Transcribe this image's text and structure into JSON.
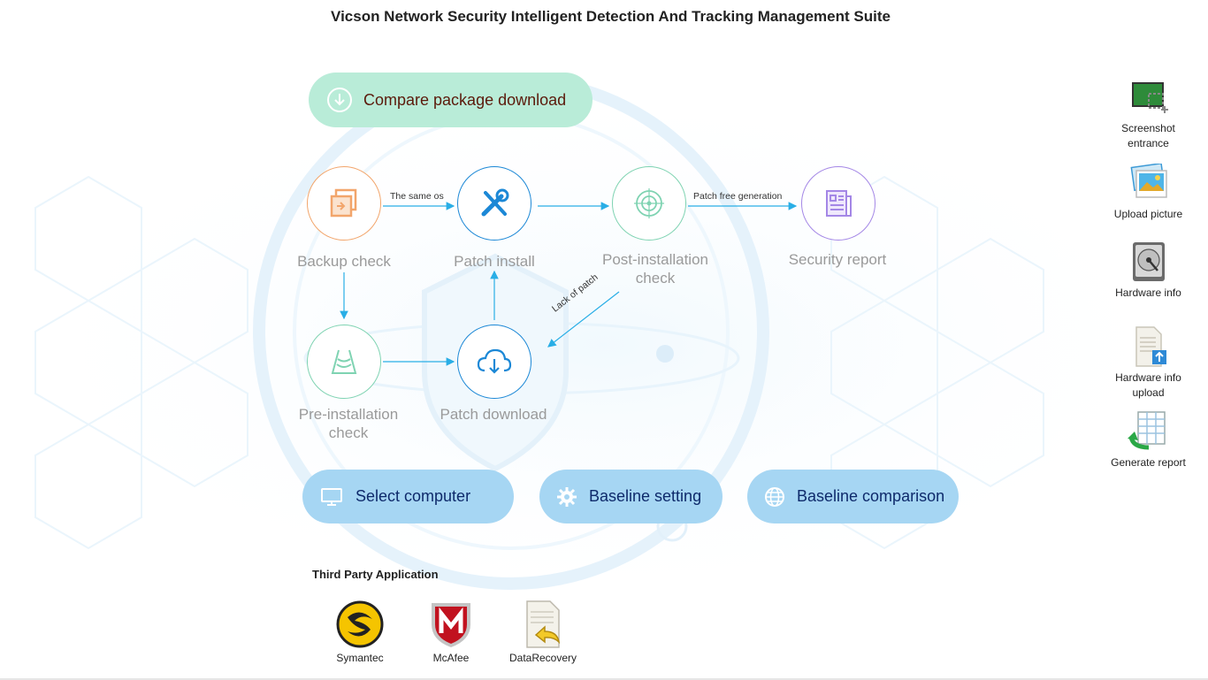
{
  "app": {
    "title": "Vicson Network Security Intelligent Detection And Tracking Management Suite"
  },
  "top_action": {
    "label": "Compare package download",
    "icon": "download-circle-icon"
  },
  "flow": {
    "nodes": {
      "backup_check": "Backup check",
      "patch_install": "Patch install",
      "post_installation_check": "Post-installation check",
      "security_report": "Security report",
      "pre_installation_check": "Pre-installation check",
      "patch_download": "Patch download"
    },
    "edges": {
      "same_os": "The same os",
      "patch_free_generation": "Patch free generation",
      "lack_of_patch": "Lack of patch"
    },
    "colors": {
      "orange": "#f2a56b",
      "blue": "#1c88d6",
      "green": "#7fd3b2",
      "purple": "#a487e6",
      "arrow": "#29aee6"
    }
  },
  "actions": {
    "select_computer": "Select computer",
    "baseline_setting": "Baseline setting",
    "baseline_comparison": "Baseline comparison"
  },
  "sidebar": {
    "screenshot": "Screenshot entrance",
    "upload_picture": "Upload picture",
    "hardware_info": "Hardware info",
    "hardware_upload": "Hardware info upload",
    "generate_report": "Generate report"
  },
  "third_party": {
    "title": "Third Party Application",
    "symantec": "Symantec",
    "mcafee": "McAfee",
    "datarecovery": "DataRecovery"
  }
}
